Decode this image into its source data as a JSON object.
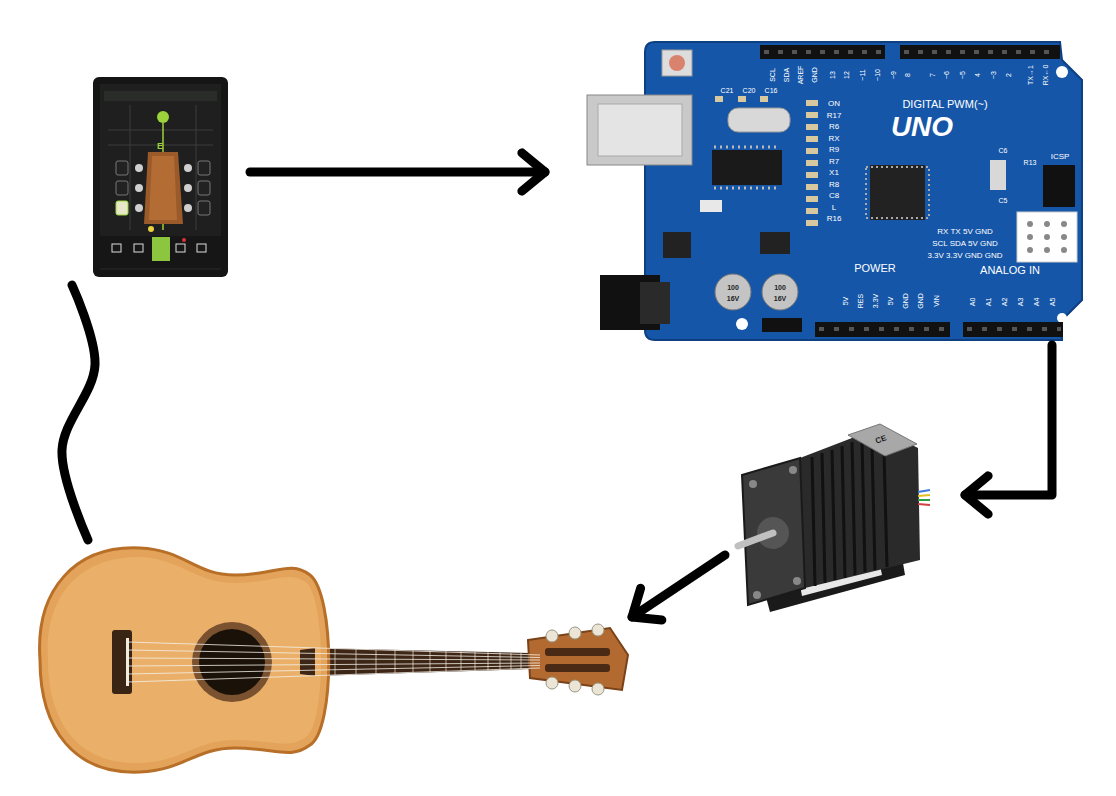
{
  "diagram": {
    "nodes": [
      {
        "text": [
          "E"
        ]
      },
      {
        "text": [
          "UNO",
          "DIGITAL PWM(~)",
          "POWER",
          "ANALOG IN",
          "ICSP",
          "RX TX 5V GND",
          "SCL SDA 5V GND",
          "3.3V 3.3V GND GND",
          "SCL",
          "SDA",
          "AREF",
          "GND",
          "13",
          "12",
          "~11",
          "~10",
          "~9",
          "8",
          "7",
          "~6",
          "~5",
          "4",
          "~3",
          "2",
          "TX→1",
          "RX←0",
          "5V",
          "RES",
          "3.3V",
          "5V",
          "GND",
          "GND",
          "VIN",
          "A0",
          "A1",
          "A2",
          "A3",
          "A4",
          "A5",
          "ON",
          "R17",
          "R6",
          "RX",
          "R9",
          "R7",
          "X1",
          "R8",
          "C8",
          "L",
          "R16",
          "C21",
          "C20",
          "C16",
          "C6",
          "R13",
          "C5",
          "100",
          "16V",
          "100",
          "16V"
        ]
      },
      {
        "text": [
          "CE"
        ]
      },
      {
        "text": []
      }
    ],
    "edges": [
      {
        "from": 0,
        "to": 1,
        "arrow": "to"
      },
      {
        "from": 1,
        "to": 2,
        "arrow": "to"
      },
      {
        "from": 2,
        "to": 3,
        "arrow": "to"
      },
      {
        "from": 3,
        "to": 0,
        "arrow": "none"
      }
    ]
  }
}
